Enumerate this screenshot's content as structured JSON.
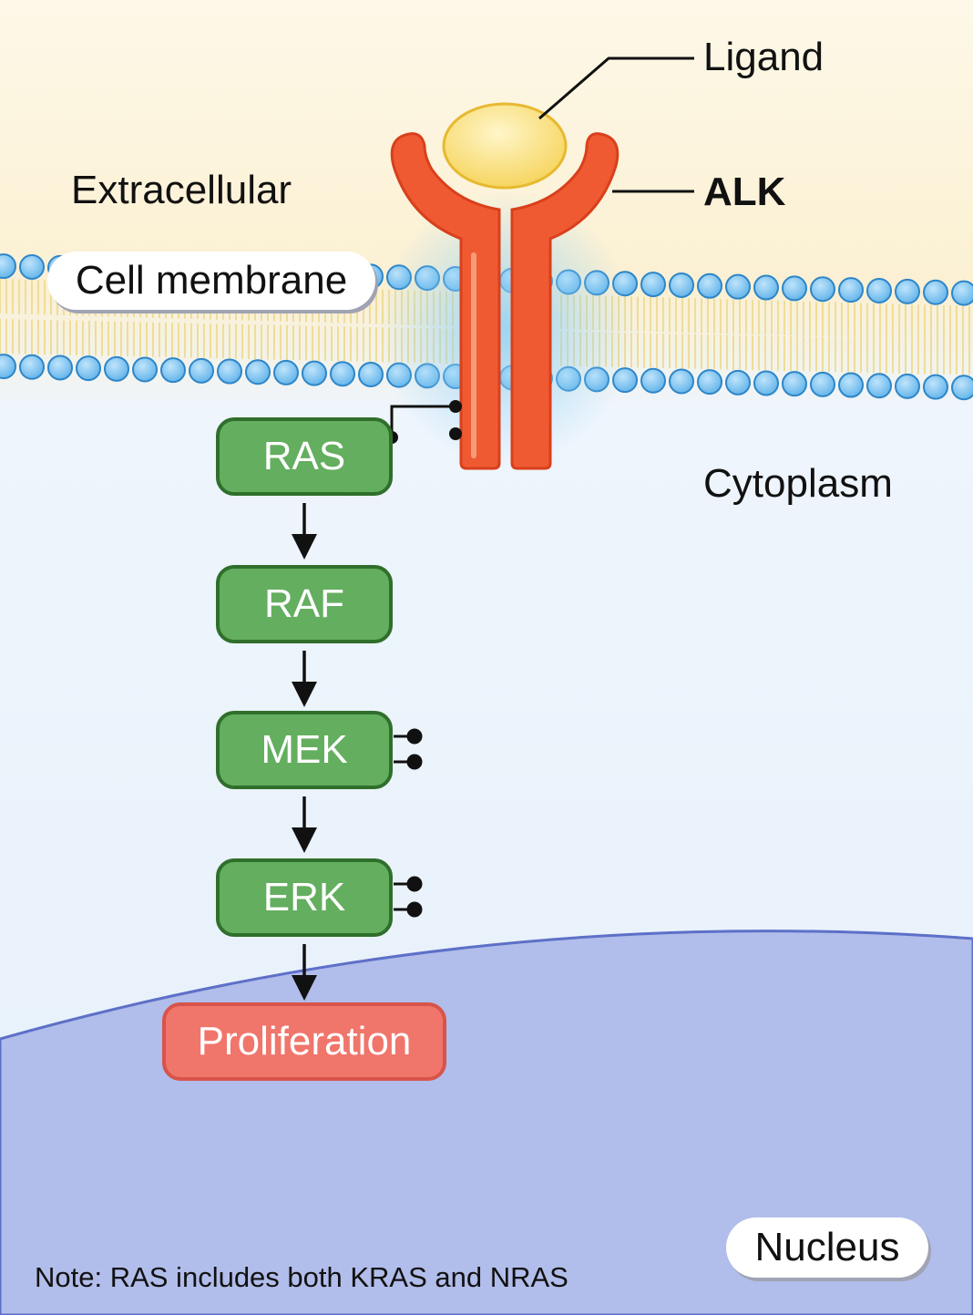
{
  "labels": {
    "ligand": "Ligand",
    "receptor": "ALK",
    "extracellular": "Extracellular",
    "membrane": "Cell membrane",
    "cytoplasm": "Cytoplasm",
    "nucleus": "Nucleus"
  },
  "pathway": {
    "nodes": [
      {
        "label": "RAS"
      },
      {
        "label": "RAF"
      },
      {
        "label": "MEK"
      },
      {
        "label": "ERK"
      }
    ],
    "outcome": "Proliferation"
  },
  "note": "Note: RAS includes both KRAS and NRAS",
  "colors": {
    "node_fill": "#64ae5f",
    "node_border": "#2f6f2b",
    "outcome_fill": "#f0756b",
    "receptor": "#ef5a33",
    "ligand": "#f8dc6b",
    "nucleus": "#b1bdea",
    "membrane_head": "#7cc3f1"
  }
}
